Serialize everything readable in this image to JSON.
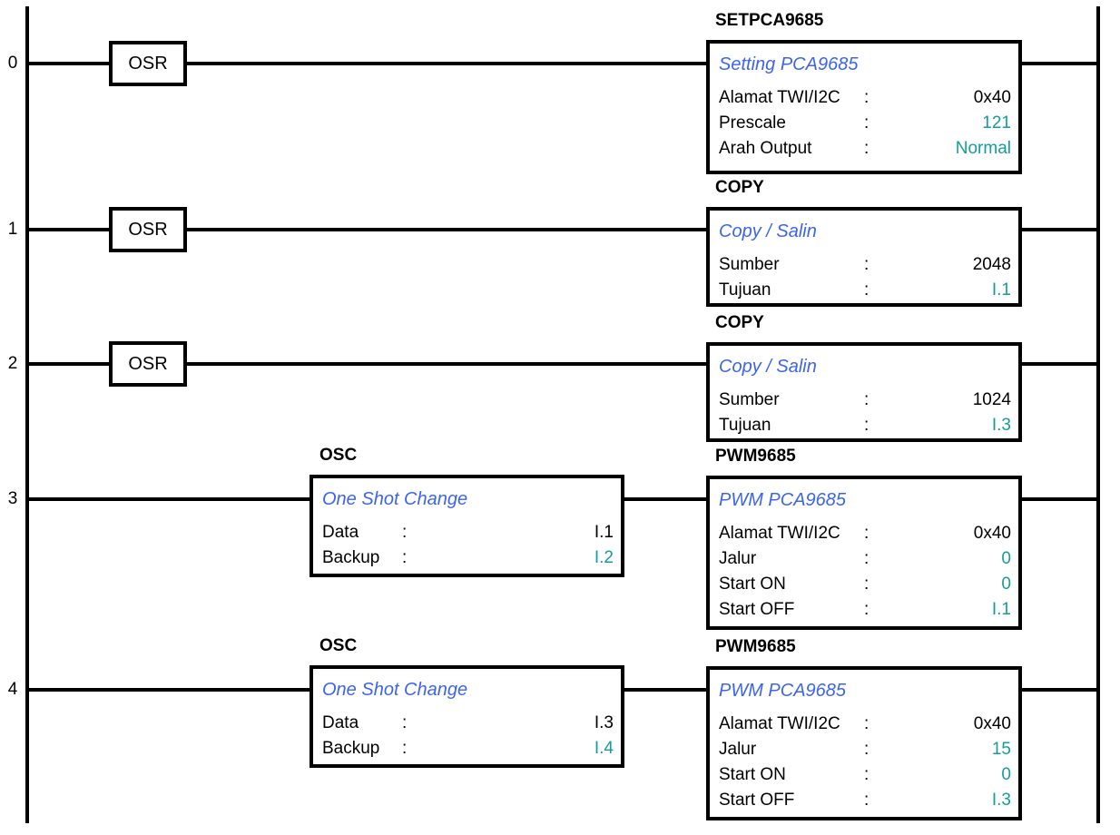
{
  "colors": {
    "line": "#000000",
    "blue": "#3c64ee",
    "teal": "#159c9c"
  },
  "rungs": [
    {
      "number": "0",
      "contact_label": "OSR",
      "blocks": [
        {
          "header": "SETPCA9685",
          "title": "Setting PCA9685",
          "rows": [
            {
              "label": "Alamat TWI/I2C",
              "colon": ":",
              "value": "0x40",
              "value_color": "black"
            },
            {
              "label": "Prescale",
              "colon": ":",
              "value": "121",
              "value_color": "teal"
            },
            {
              "label": "Arah Output",
              "colon": ":",
              "value": "Normal",
              "value_color": "teal"
            }
          ]
        }
      ]
    },
    {
      "number": "1",
      "contact_label": "OSR",
      "blocks": [
        {
          "header": "COPY",
          "title": "Copy / Salin",
          "rows": [
            {
              "label": "Sumber",
              "colon": ":",
              "value": "2048",
              "value_color": "black"
            },
            {
              "label": "Tujuan",
              "colon": ":",
              "value": "I.1",
              "value_color": "teal"
            }
          ]
        }
      ]
    },
    {
      "number": "2",
      "contact_label": "OSR",
      "blocks": [
        {
          "header": "COPY",
          "title": "Copy / Salin",
          "rows": [
            {
              "label": "Sumber",
              "colon": ":",
              "value": "1024",
              "value_color": "black"
            },
            {
              "label": "Tujuan",
              "colon": ":",
              "value": "I.3",
              "value_color": "teal"
            }
          ]
        }
      ]
    },
    {
      "number": "3",
      "blocks": [
        {
          "header": "OSC",
          "title": "One Shot Change",
          "rows": [
            {
              "label": "Data",
              "colon": ":",
              "value": "I.1",
              "value_color": "black"
            },
            {
              "label": "Backup",
              "colon": ":",
              "value": "I.2",
              "value_color": "teal"
            }
          ]
        },
        {
          "header": "PWM9685",
          "title": "PWM PCA9685",
          "rows": [
            {
              "label": "Alamat TWI/I2C",
              "colon": ":",
              "value": "0x40",
              "value_color": "black"
            },
            {
              "label": "Jalur",
              "colon": ":",
              "value": "0",
              "value_color": "teal"
            },
            {
              "label": "Start ON",
              "colon": ":",
              "value": "0",
              "value_color": "teal"
            },
            {
              "label": "Start OFF",
              "colon": ":",
              "value": "I.1",
              "value_color": "teal"
            }
          ]
        }
      ]
    },
    {
      "number": "4",
      "blocks": [
        {
          "header": "OSC",
          "title": "One Shot Change",
          "rows": [
            {
              "label": "Data",
              "colon": ":",
              "value": "I.3",
              "value_color": "black"
            },
            {
              "label": "Backup",
              "colon": ":",
              "value": "I.4",
              "value_color": "teal"
            }
          ]
        },
        {
          "header": "PWM9685",
          "title": "PWM PCA9685",
          "rows": [
            {
              "label": "Alamat TWI/I2C",
              "colon": ":",
              "value": "0x40",
              "value_color": "black"
            },
            {
              "label": "Jalur",
              "colon": ":",
              "value": "15",
              "value_color": "teal"
            },
            {
              "label": "Start ON",
              "colon": ":",
              "value": "0",
              "value_color": "teal"
            },
            {
              "label": "Start OFF",
              "colon": ":",
              "value": "I.3",
              "value_color": "teal"
            }
          ]
        }
      ]
    }
  ]
}
